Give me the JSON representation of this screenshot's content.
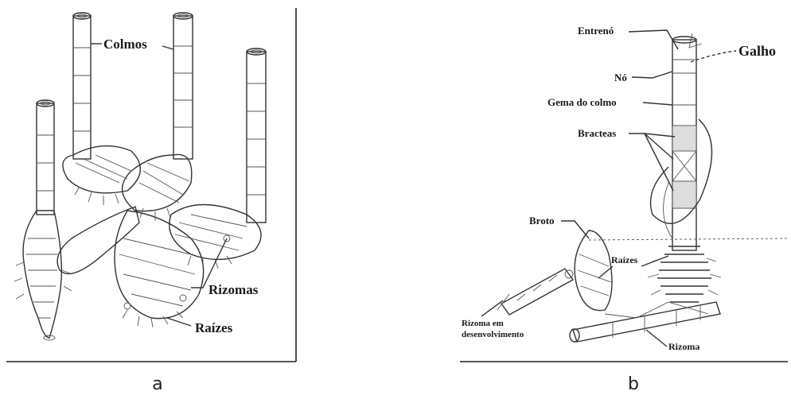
{
  "figure_a": {
    "caption": "a",
    "labels": {
      "colmos": "Colmos",
      "rizomas": "Rizomas",
      "raizes": "Raízes"
    }
  },
  "figure_b": {
    "caption": "b",
    "labels": {
      "entreno": "Entrenó",
      "galho": "Galho",
      "no": "Nó",
      "gema": "Gema do colmo",
      "bracteas": "Bracteas",
      "broto": "Broto",
      "raizes": "Raízes",
      "rizoma_dev_1": "Rizoma em",
      "rizoma_dev_2": "desenvolvimento",
      "rizoma": "Rizoma"
    }
  }
}
